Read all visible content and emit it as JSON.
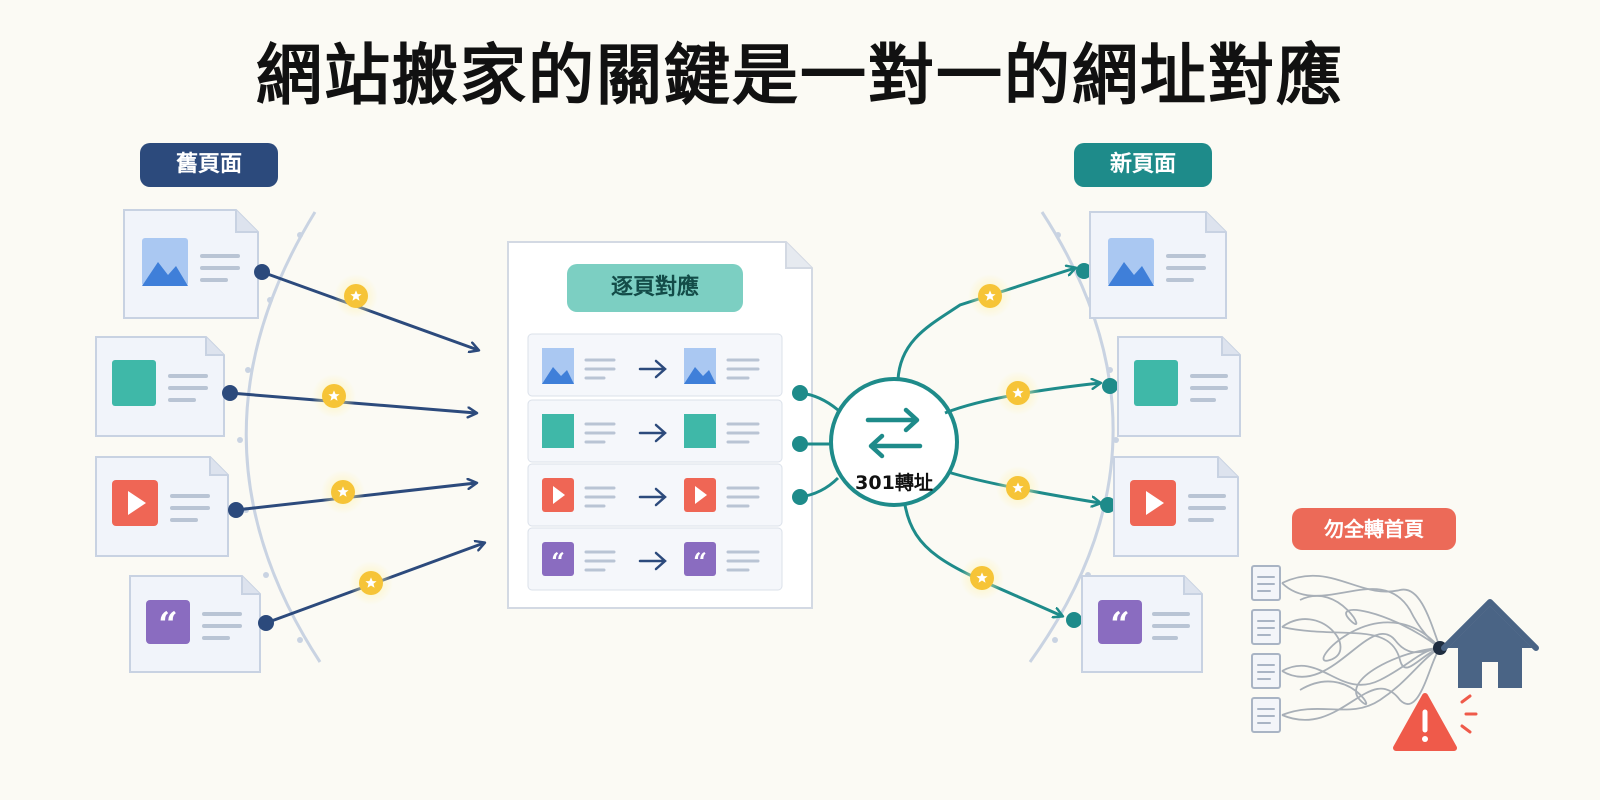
{
  "title": "網站搬家的關鍵是一對一的網址對應",
  "labels": {
    "old_pages": "舊頁面",
    "new_pages": "新頁面",
    "one_to_one": "逐頁對應",
    "redirect": "301轉址",
    "no_homepage": "勿全轉首頁"
  },
  "page_types": [
    "image-icon",
    "block-icon",
    "video-icon",
    "quote-icon"
  ],
  "colors": {
    "old_accent": "#2c4a7c",
    "new_accent": "#1e8b8a",
    "warning": "#ec6a58",
    "star": "#f6c437",
    "image": "#3f7fd9",
    "block": "#3fb8a8",
    "video": "#ef6655",
    "quote": "#8a6cc0",
    "house": "#4a6485"
  }
}
